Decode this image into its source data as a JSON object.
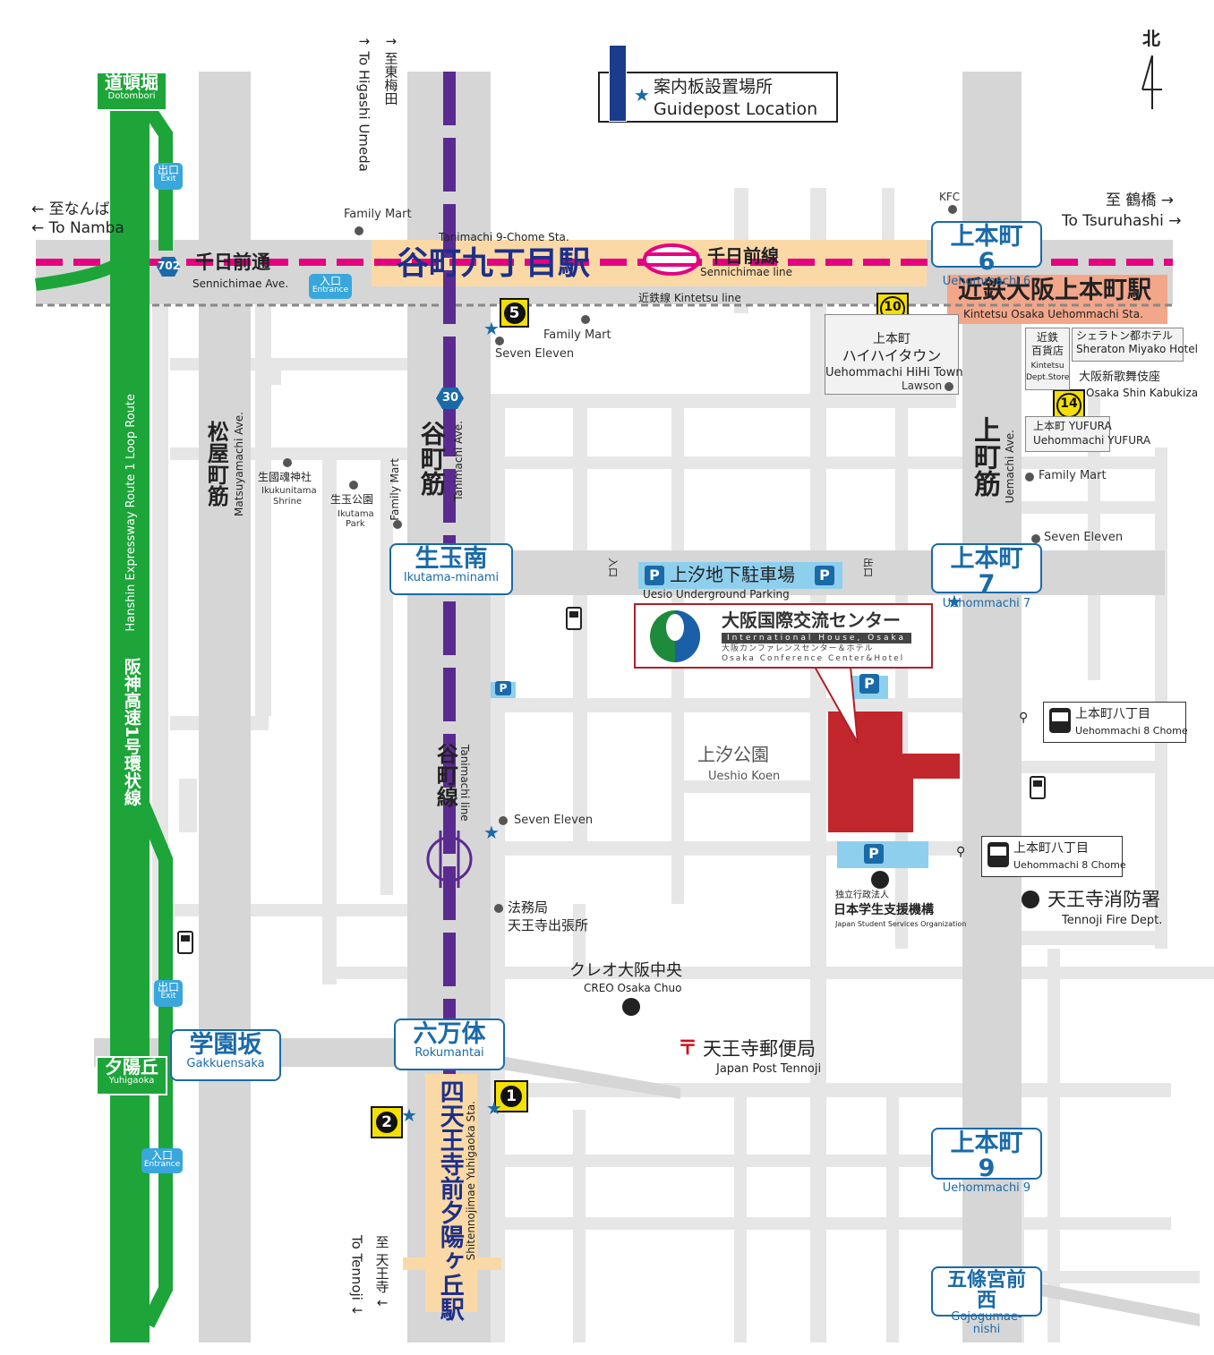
{
  "colors": {
    "road": "#dcdcdc",
    "expressway": "#1da53a",
    "tanimachi_line": "#5b2a91",
    "sennichimae_line": "#e4007f",
    "station_band": "#fbd9a6",
    "kintetsu_station": "#f2a68a",
    "venue": "#c1272d",
    "parking": "#8fcfee",
    "accent_blue": "#1a6aa8"
  },
  "compass": {
    "label": "北"
  },
  "legend": {
    "icon": "guidepost-icon",
    "jp": "案内板設置場所",
    "en": "Guidepost Location"
  },
  "directions": {
    "higashi_umeda_jp": "↑ 至東梅田",
    "higashi_umeda_en": "↑ To Higashi Umeda",
    "namba_jp": "← 至なんば",
    "namba_en": "← To Namba",
    "tsuruhashi_jp": "至 鶴橋 →",
    "tsuruhashi_en": "To Tsuruhashi →",
    "tennoji_jp": "至 天王寺 ↓",
    "tennoji_en": "To Tennoji ↓"
  },
  "streets": {
    "sennichimae_jp": "千日前通",
    "sennichimae_en": "Sennichimae Ave.",
    "route_702": "702",
    "route_30": "30",
    "matsuyamachi_jp": "松屋町筋",
    "matsuyamachi_en": "Matsuyamachi Ave.",
    "tanimachi_jp": "谷町筋",
    "tanimachi_en": "Tanimachi Ave.",
    "uemachi_jp": "上町筋",
    "uemachi_en": "Uemachi Ave.",
    "expressway_jp": "阪神高速1号環状線",
    "expressway_en": "Hanshin Expressway Route 1 Loop Route"
  },
  "lines": {
    "sennichimae_jp": "千日前線",
    "sennichimae_en": "Sennichimae line",
    "kintetsu": "近鉄線 Kintetsu line",
    "tanimachi_jp": "谷町線",
    "tanimachi_en": "Tanimachi line"
  },
  "stations": {
    "tanimachi9_jp": "谷町九丁目駅",
    "tanimachi9_en": "Tanimachi 9-Chome Sta.",
    "kintetsu_jp": "近鉄大阪上本町駅",
    "kintetsu_en": "Kintetsu Osaka Uehommachi Sta.",
    "shitennoji_jp": "四天王寺前夕陽ヶ丘駅",
    "shitennoji_en": "Shitennojimae Yuhigaoka Sta."
  },
  "intersections": [
    {
      "jp": "上本町 6",
      "en": "Uehommachi 6"
    },
    {
      "jp": "生玉南",
      "en": "Ikutama-minami"
    },
    {
      "jp": "上本町 7",
      "en": "Uehommachi 7"
    },
    {
      "jp": "六万体",
      "en": "Rokumantai"
    },
    {
      "jp": "学園坂",
      "en": "Gakkuensaka"
    },
    {
      "jp": "上本町 9",
      "en": "Uehommachi 9"
    },
    {
      "jp": "五條宮前西",
      "en": "Gojogumae-nishi"
    }
  ],
  "expressway_signs": [
    {
      "jp": "道頓堀",
      "en": "Dotombori"
    },
    {
      "jp": "夕陽丘",
      "en": "Yuhigaoka"
    }
  ],
  "exits": [
    {
      "jp": "出口",
      "en": "Exit"
    },
    {
      "jp": "入口",
      "en": "Entrance"
    },
    {
      "jp": "出口",
      "en": "Exit"
    },
    {
      "jp": "入口",
      "en": "Entrance"
    }
  ],
  "station_exits": [
    "5",
    "10",
    "14",
    "1",
    "2"
  ],
  "landmarks": {
    "family_mart": "Family Mart",
    "seven_eleven": "Seven Eleven",
    "kfc": "KFC",
    "lawson": "Lawson",
    "hihi_jp1": "上本町",
    "hihi_jp2": "ハイハイタウン",
    "hihi_en": "Uehommachi HiHi Town",
    "kintetsu_dept_jp1": "近鉄",
    "kintetsu_dept_jp2": "百貨店",
    "kintetsu_dept_en1": "Kintetsu",
    "kintetsu_dept_en2": "Dept.Store",
    "sheraton_jp": "シェラトン都ホテル",
    "sheraton_en": "Sheraton Miyako Hotel",
    "kabukiza_jp": "大阪新歌舞伎座",
    "kabukiza_en": "Osaka Shin Kabukiza",
    "yufura_jp": "上本町 YUFURA",
    "yufura_en": "Uehommachi YUFURA",
    "ikukunitama_jp": "生國魂神社",
    "ikukunitama_en1": "Ikukunitama",
    "ikukunitama_en2": "Shrine",
    "ikutama_park_jp": "生玉公園",
    "ikutama_park_en1": "Ikutama",
    "ikutama_park_en2": "Park",
    "parking_jp": "上汐地下駐車場",
    "parking_en": "Uesio Underground Parking",
    "parking_in": "入口",
    "parking_out": "出口",
    "parking_symbol": "P",
    "ueshio_park_jp": "上汐公園",
    "ueshio_park_en": "Ueshio Koen",
    "homu_jp1": "法務局",
    "homu_jp2": "天王寺出張所",
    "creo_jp": "クレオ大阪中央",
    "creo_en": "CREO Osaka Chuo",
    "post_symbol": "〒",
    "post_jp": "天王寺郵便局",
    "post_en": "Japan Post Tennoji",
    "jasso_jp0": "独立行政法人",
    "jasso_jp": "日本学生支援機構",
    "jasso_en": "Japan Student Services Organization",
    "fire_jp": "天王寺消防署",
    "fire_en": "Tennoji Fire Dept.",
    "bus_jp": "上本町八丁目",
    "bus_en": "Uehommachi 8 Chome"
  },
  "venue": {
    "jp": "大阪国際交流センター",
    "en": "International House, Osaka",
    "sub_jp": "大阪カンファレンスセンター＆ホテル",
    "sub_en": "Osaka Conference Center&Hotel"
  }
}
